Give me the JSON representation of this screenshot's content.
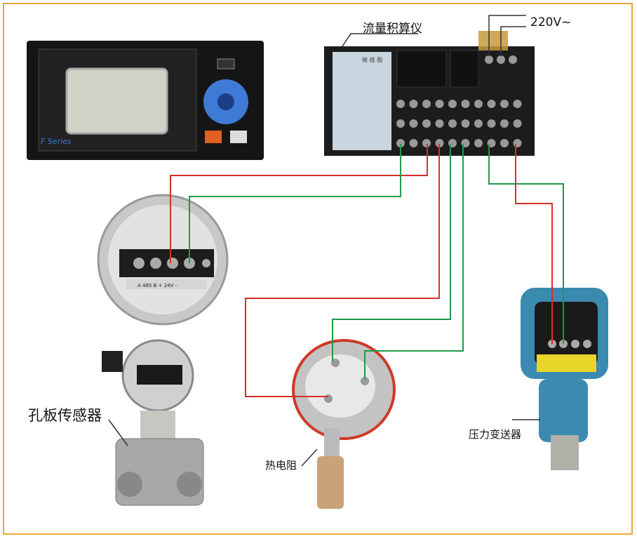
{
  "title_device": "流量积算仪",
  "power_label": "220V~",
  "display_brand": "F Series",
  "wiring_panel_title": "接 线 图",
  "orifice_sensor": {
    "label": "孔板传感器",
    "terminal_text": "A  485  B     +  24V  -"
  },
  "rtd": {
    "label": "热电阻"
  },
  "pressure_transmitter": {
    "label": "压力变送器"
  },
  "colors": {
    "border": "#f0a43a",
    "red_wire": "#d8302a",
    "green_wire": "#1f9a4a"
  }
}
